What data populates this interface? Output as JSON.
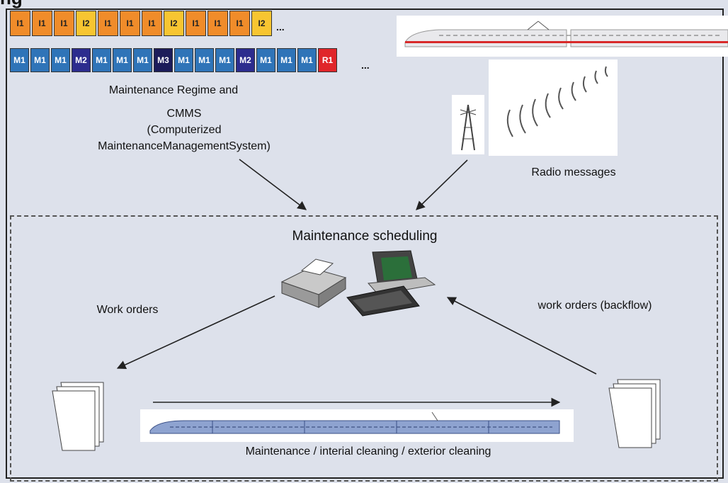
{
  "title": "ng",
  "regime_row_1": [
    "I1",
    "I1",
    "I1",
    "I2",
    "I1",
    "I1",
    "I1",
    "I2",
    "I1",
    "I1",
    "I1",
    "I2"
  ],
  "regime_row_2": [
    "M1",
    "M1",
    "M1",
    "M2",
    "M1",
    "M1",
    "M1",
    "M3",
    "M1",
    "M1",
    "M1",
    "M2",
    "M1",
    "M1",
    "M1",
    "R1"
  ],
  "ellipsis": "...",
  "colors": {
    "I1": "#f08c2a",
    "I2": "#f7c531",
    "M1": "#2f74b8",
    "M2": "#2c2c8e",
    "M3": "#1c1c5a",
    "R1": "#e0262a",
    "background": "#dde1eb"
  },
  "labels": {
    "maintenance_regime": "Maintenance Regime and",
    "cmms_line1": "CMMS",
    "cmms_line2": "(Computerized",
    "cmms_line3": "MaintenanceManagementSystem)",
    "radio_messages": "Radio messages",
    "maintenance_scheduling": "Maintenance scheduling",
    "work_orders": "Work orders",
    "work_orders_backflow": "work orders (backflow)",
    "maintenance_cleaning": "Maintenance / interial cleaning / exterior cleaning"
  }
}
